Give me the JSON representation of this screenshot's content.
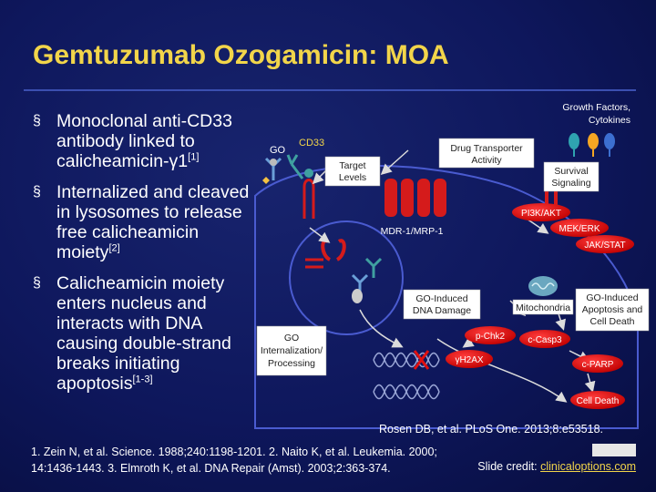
{
  "slide": {
    "title": "Gemtuzumab Ozogamicin: MOA",
    "bullet_marker": "§",
    "bullets": [
      {
        "text": "Monoclonal anti-CD33 antibody linked to calicheamicin-γ1",
        "ref": "[1]"
      },
      {
        "text": "Internalized and cleaved in lysosomes to release free calicheamicin moiety",
        "ref": "[2]"
      },
      {
        "text": "Calicheamicin moiety enters nucleus and interacts with DNA causing double-strand breaks initiating apoptosis",
        "ref": "[1-3]"
      }
    ]
  },
  "diagram": {
    "go": "GO",
    "cd33": "CD33",
    "target_levels": [
      "Target",
      "Levels"
    ],
    "drug_transporter": [
      "Drug Transporter",
      "Activity"
    ],
    "growth_factors": [
      "Growth Factors,",
      "Cytokines"
    ],
    "survival_signaling": [
      "Survival",
      "Signaling"
    ],
    "mdr": "MDR-1/MRP-1",
    "pi3k": "PI3K/AKT",
    "mek": "MEK/ERK",
    "jak": "JAK/STAT",
    "go_internalization": [
      "GO",
      "Internalization/",
      "Processing"
    ],
    "go_dna_damage": [
      "GO-Induced",
      "DNA Damage"
    ],
    "mitochondria": "Mitochondria",
    "go_apoptosis": [
      "GO-Induced",
      "Apoptosis and",
      "Cell Death"
    ],
    "p_chk2": "p-Chk2",
    "c_casp3": "c-Casp3",
    "gamma_h2ax": "γH2AX",
    "c_parp": "c-PARP",
    "cell_death": "Cell Death",
    "colors": {
      "red_node": "#e01010",
      "receptor_red": "#d51b1b",
      "antibody_teal": "#3fa0a0",
      "antibody_blue": "#6a9fd8",
      "cytokine_teal": "#2fa3b0",
      "cytokine_orange": "#f5a623",
      "cytokine_blue": "#3c6fd0",
      "arrow": "#dcdcdc",
      "dna_blue": "#9aa6d6"
    }
  },
  "citation": "Rosen DB, et al. PLoS One. 2013;8:e53518.",
  "references": [
    "1. Zein N, et al. Science. 1988;240:1198-1201. 2. Naito K, et al. Leukemia. 2000;",
    "14:1436-1443. 3. Elmroth K, et al. DNA Repair (Amst). 2003;2:363-374."
  ],
  "credit": {
    "prefix": "Slide credit: ",
    "link": "clinicaloptions.com"
  }
}
